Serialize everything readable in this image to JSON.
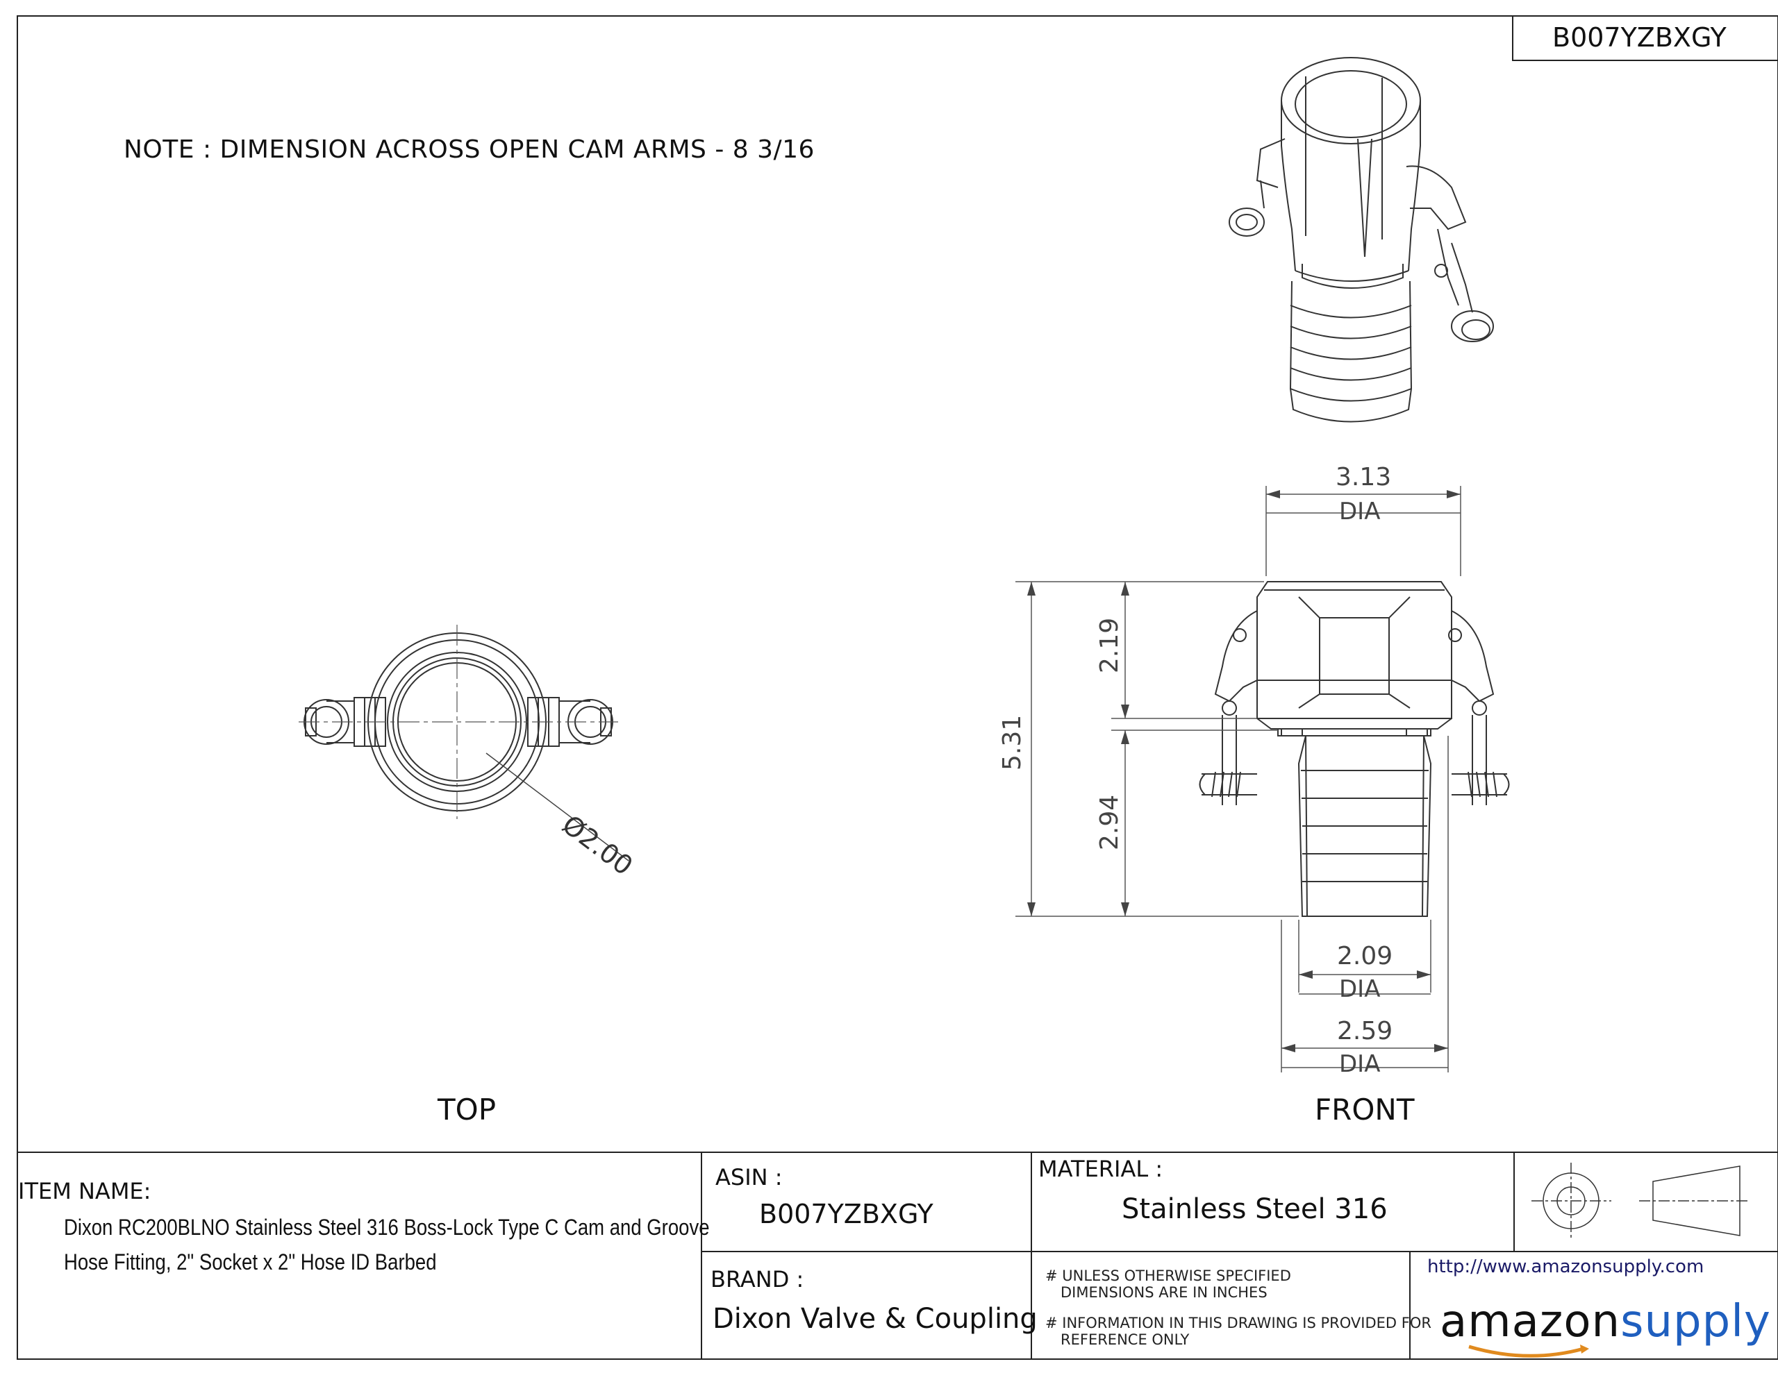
{
  "drawing": {
    "doc_id": "B007YZBXGY",
    "note": "NOTE : DIMENSION ACROSS OPEN CAM ARMS - 8 3/16",
    "views": {
      "top": "TOP",
      "front": "FRONT"
    },
    "dimensions": {
      "top_diameter": "Ø2.00",
      "front_top_dia": "3.13",
      "front_bottom_dia_1": "2.09",
      "front_bottom_dia_2": "2.59",
      "dia_label": "DIA",
      "overall_height": "5.31",
      "socket_height": "2.19",
      "hose_height": "2.94"
    }
  },
  "title_block": {
    "item_name_label": "ITEM NAME:",
    "item_name_line1": "Dixon RC200BLNO Stainless Steel 316 Boss-Lock Type C Cam and Groove",
    "item_name_line2": "Hose Fitting, 2\" Socket x 2\" Hose ID Barbed",
    "asin_label": "ASIN :",
    "asin_value": "B007YZBXGY",
    "material_label": "MATERIAL :",
    "material_value": "Stainless Steel 316",
    "brand_label": "BRAND :",
    "brand_value": "Dixon Valve & Coupling",
    "note_units_1": "# UNLESS OTHERWISE SPECIFIED",
    "note_units_2": "DIMENSIONS ARE IN INCHES",
    "note_info_1": "# INFORMATION IN THIS DRAWING IS PROVIDED FOR",
    "note_info_2": "REFERENCE ONLY",
    "url": "http://www.amazonsupply.com",
    "logo_part1": "amazon",
    "logo_part2": "supply"
  }
}
